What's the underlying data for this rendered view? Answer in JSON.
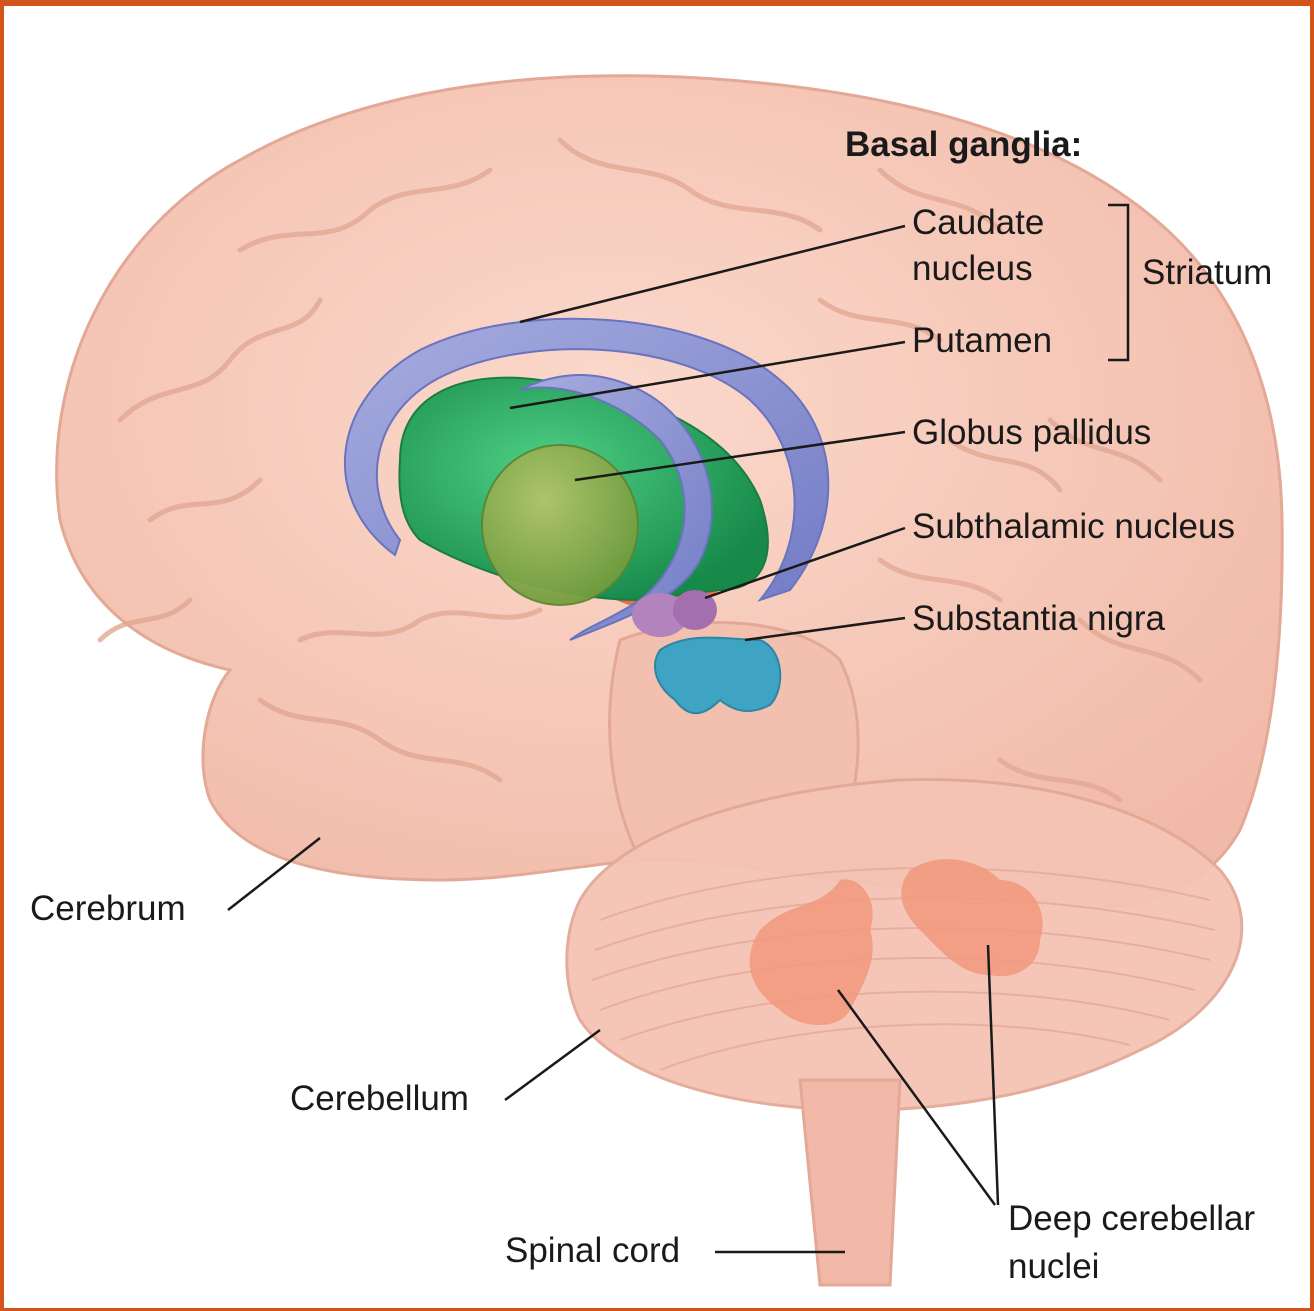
{
  "heading": "Basal ganglia:",
  "labels": {
    "caudate_line1": "Caudate",
    "caudate_line2": "nucleus",
    "putamen": "Putamen",
    "striatum": "Striatum",
    "globus_pallidus": "Globus pallidus",
    "subthalamic": "Subthalamic nucleus",
    "substantia_nigra": "Substantia nigra",
    "cerebrum": "Cerebrum",
    "cerebellum": "Cerebellum",
    "spinal_cord": "Spinal cord",
    "deep_line1": "Deep cerebellar",
    "deep_line2": "nuclei"
  },
  "colors": {
    "frame": "#d3541a",
    "brain": "#f6c7b7",
    "brain_shade": "#efb4a2",
    "caudate": "#8d94d6",
    "putamen": "#2faa63",
    "globus_pallidus": "#8fae4a",
    "inner_red": "#ef6a4e",
    "subthalamic": "#b383bd",
    "substantia_nigra": "#3fa3c4",
    "deep_nuclei": "#f29a80"
  }
}
